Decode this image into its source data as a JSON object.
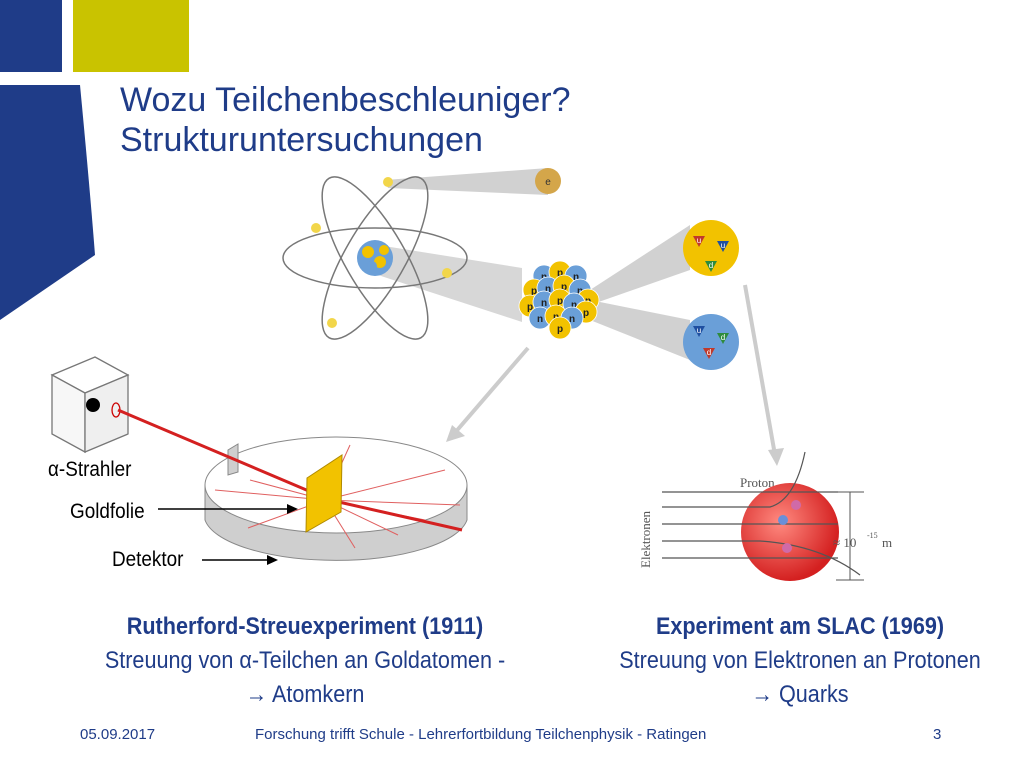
{
  "slide": {
    "title_line1": "Wozu Teilchenbeschleuniger?",
    "title_line2": "Strukturuntersuchungen"
  },
  "diagram": {
    "electron_label": "e",
    "nucleon_letters": [
      "n",
      "p",
      "n",
      "p",
      "n",
      "p",
      "n",
      "p",
      "p",
      "n",
      "p",
      "n",
      "p",
      "n",
      "p",
      "n",
      "p"
    ],
    "proton_quarks": [
      "u",
      "u",
      "d"
    ],
    "neutron_quarks": [
      "u",
      "d",
      "d"
    ],
    "alpha_source_label": "α-Strahler",
    "gold_foil_label": "Goldfolie",
    "detector_label": "Detektor",
    "slac_proton_label": "Proton",
    "slac_electrons_label": "Elektronen",
    "slac_scale_label": "≈ 10",
    "slac_scale_exponent": "-15",
    "slac_scale_unit": "m"
  },
  "rutherford": {
    "heading": "Rutherford-Streuexperiment (1911)",
    "line2": "Streuung von α-Teilchen an Goldatomen -",
    "line3": "→  Atomkern"
  },
  "slac": {
    "heading": "Experiment am SLAC (1969)",
    "line2": "Streuung von Elektronen an Protonen",
    "line3": "→ Quarks"
  },
  "footer": {
    "date": "05.09.2017",
    "center": "Forschung trifft Schule - Lehrerfortbildung Teilchenphysik - Ratingen",
    "page": "3"
  },
  "colors": {
    "blue": "#1f3c88",
    "yellow": "#c9c300",
    "gold": "#f2c200",
    "red": "#d42020"
  }
}
